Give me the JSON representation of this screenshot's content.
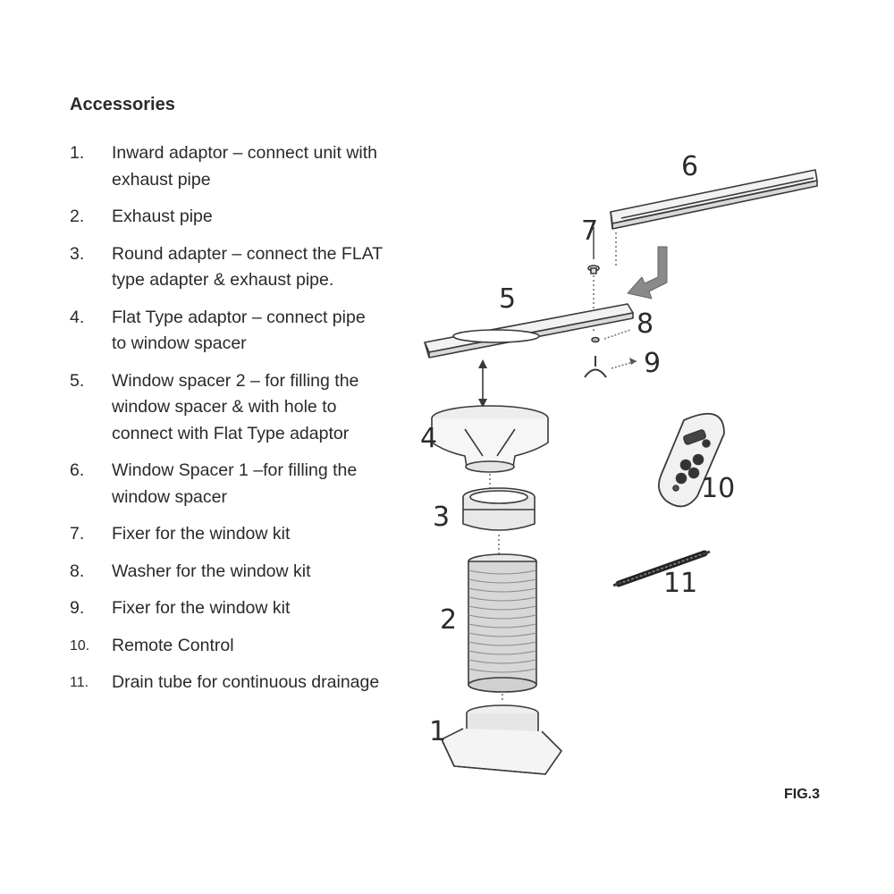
{
  "heading": "Accessories",
  "items": [
    {
      "num": "1.",
      "text": "Inward adaptor – connect unit with exhaust pipe"
    },
    {
      "num": "2.",
      "text": "Exhaust pipe"
    },
    {
      "num": "3.",
      "text": "Round adapter – connect the FLAT type adapter & exhaust pipe."
    },
    {
      "num": "4.",
      "text": "Flat Type adaptor – connect pipe to window spacer"
    },
    {
      "num": "5.",
      "text": "Window spacer 2 – for filling the window spacer & with hole to connect with Flat Type adaptor"
    },
    {
      "num": "6.",
      "text": "Window Spacer 1 –for filling the window spacer"
    },
    {
      "num": "7.",
      "text": "Fixer for the window kit"
    },
    {
      "num": "8.",
      "text": "Washer for the window kit"
    },
    {
      "num": "9.",
      "text": "Fixer for the window kit"
    },
    {
      "num": "10.",
      "text": "Remote Control"
    },
    {
      "num": "11.",
      "text": "Drain tube for continuous drainage"
    }
  ],
  "callouts": {
    "c1": "1",
    "c2": "2",
    "c3": "3",
    "c4": "4",
    "c5": "5",
    "c6": "6",
    "c7": "7",
    "c8": "8",
    "c9": "9",
    "c10": "10",
    "c11": "11"
  },
  "figure_label": "FIG.3",
  "colors": {
    "text": "#2a2a2a",
    "line": "#3a3a3a",
    "arrow": "#8a8a8a"
  }
}
